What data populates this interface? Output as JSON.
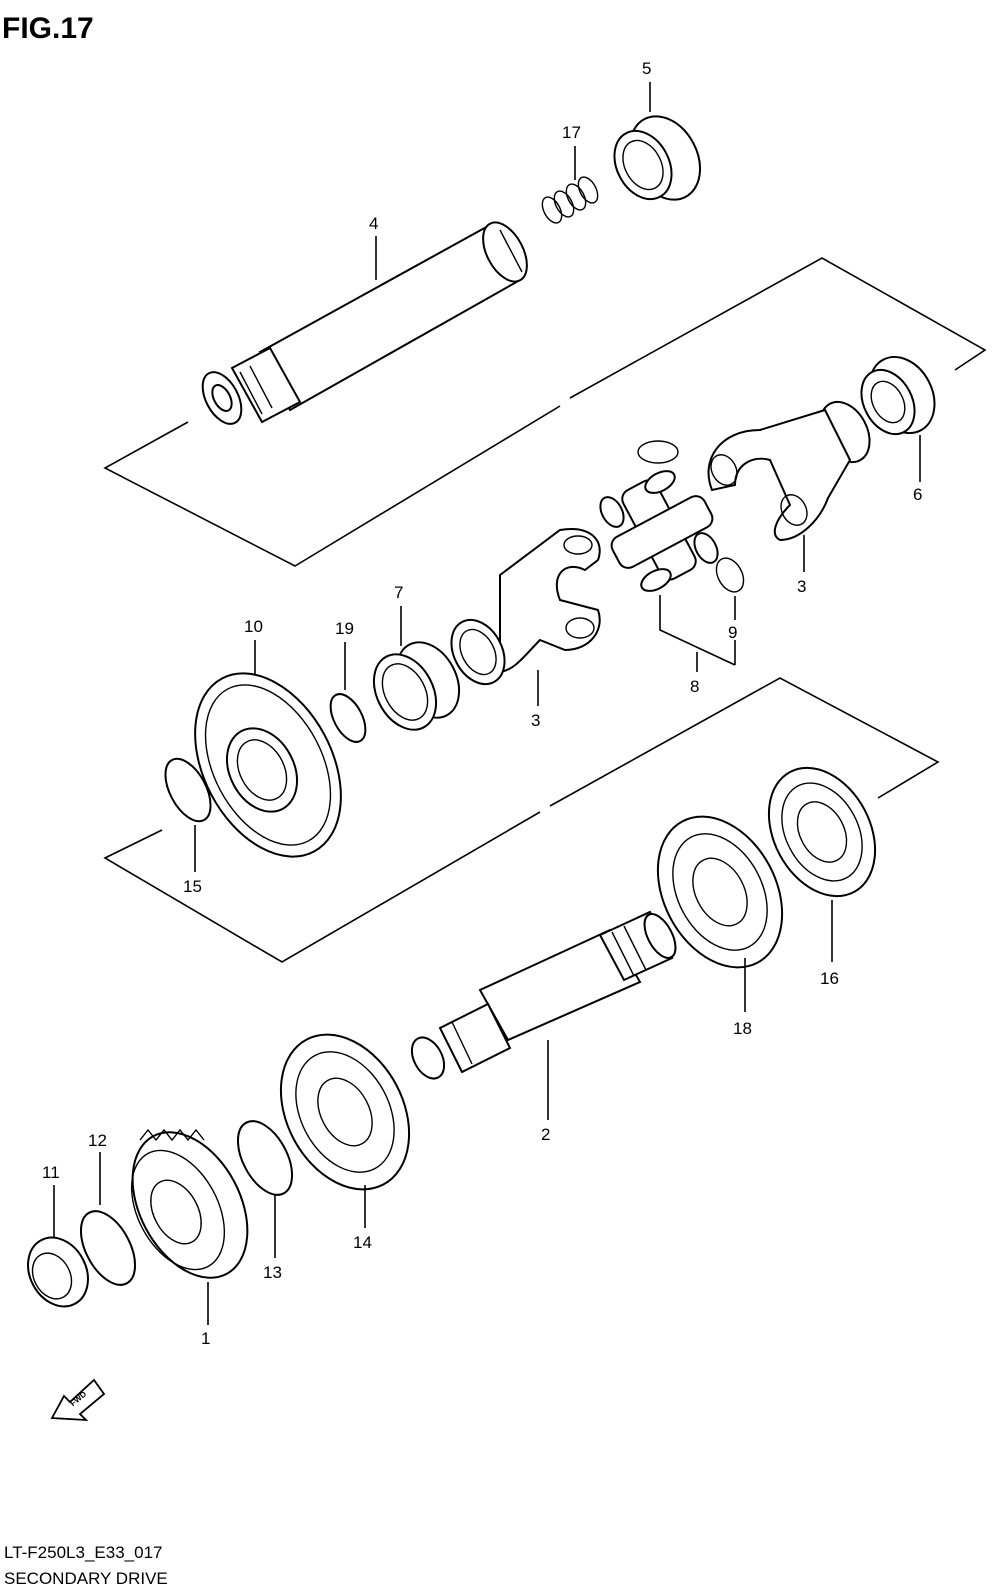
{
  "figure": {
    "title": "FIG.17",
    "code": "LT-F250L3_E33_017",
    "caption": "SECONDARY DRIVE",
    "fwd_arrow_text": "FWD"
  },
  "labels": [
    "1",
    "2",
    "3",
    "3",
    "4",
    "5",
    "6",
    "7",
    "8",
    "9",
    "10",
    "11",
    "12",
    "13",
    "14",
    "15",
    "16",
    "17",
    "18",
    "19"
  ]
}
